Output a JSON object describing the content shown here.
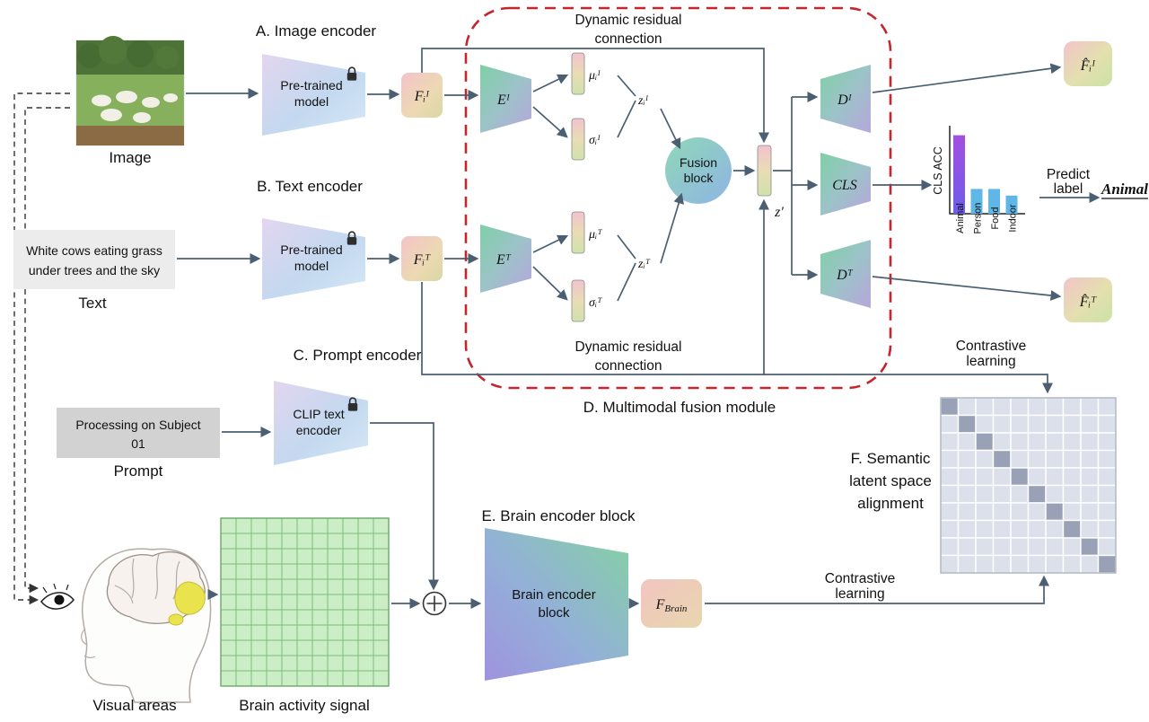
{
  "sections": {
    "a": "A. Image encoder",
    "b": "B. Text encoder",
    "c": "C. Prompt encoder",
    "d": "D. Multimodal fusion module",
    "e": "E. Brain encoder block",
    "f_line1": "F. Semantic",
    "f_line2": "latent space",
    "f_line3": "alignment"
  },
  "captions": {
    "image": "Image",
    "text": "Text",
    "prompt": "Prompt",
    "visual_areas": "Visual areas",
    "brain_signal": "Brain activity signal"
  },
  "inputs": {
    "text_line1": "White cows eating grass",
    "text_line2": "under trees and the sky",
    "prompt_line1": "Processing on Subject",
    "prompt_line2": "01"
  },
  "blocks": {
    "pretrained_line1": "Pre-trained",
    "pretrained_line2": "model",
    "clip_line1": "CLIP text",
    "clip_line2": "encoder",
    "fusion_line1": "Fusion",
    "fusion_line2": "block",
    "brain_encoder_line1": "Brain encoder",
    "brain_encoder_line2": "block",
    "cls": "CLS"
  },
  "math": {
    "f_i_img": "Fᵢᴵ",
    "f_i_txt": "Fᵢᵀ",
    "e_img": "Eᴵ",
    "e_txt": "Eᵀ",
    "mu_i_img": "μᵢᴵ",
    "sigma_i_img": "σᵢᴵ",
    "mu_i_txt": "μᵢᵀ",
    "sigma_i_txt": "σᵢᵀ",
    "z_i_img": "zᵢᴵ",
    "z_i_txt": "zᵢᵀ",
    "z_prime": "z′",
    "d_img": "Dᴵ",
    "d_txt": "Dᵀ",
    "f_hat_i_img": "F̂ᵢᴵ",
    "f_hat_i_txt": "F̂ᵢᵀ",
    "f_brain_base": "F",
    "f_brain_sub": "Brain"
  },
  "annotations": {
    "residual_line1": "Dynamic residual",
    "residual_line2": "connection",
    "contrastive_line1": "Contrastive",
    "contrastive_line2": "learning",
    "predict_line1": "Predict",
    "predict_line2": "label",
    "predicted_label": "Animal"
  },
  "chart_data": {
    "type": "bar",
    "ylabel": "CLS ACC",
    "categories": [
      "Animal",
      "Person",
      "Food",
      "Indoor"
    ],
    "values": [
      0.95,
      0.3,
      0.3,
      0.22
    ],
    "ylim": [
      0,
      1
    ],
    "highlight_index": 0,
    "bar_color": "#5fb7e8",
    "highlight_color_top": "#a44fe0",
    "highlight_color_bottom": "#6d5cea"
  },
  "grids": {
    "brain_signal": {
      "rows": 11,
      "cols": 11,
      "cell_fill": "#cbeec6",
      "cell_stroke": "#7cbc7c",
      "border": "#69a869"
    },
    "alignment_matrix": {
      "rows": 10,
      "cols": 10,
      "cell_fill": "#dce0eb",
      "diagonal_fill": "#98a1b5",
      "cell_stroke": "#ffffff",
      "border": "#aab2c4"
    }
  },
  "colors": {
    "arrow": "#4a5f72",
    "fusion_module_outline": "#c1272d"
  }
}
